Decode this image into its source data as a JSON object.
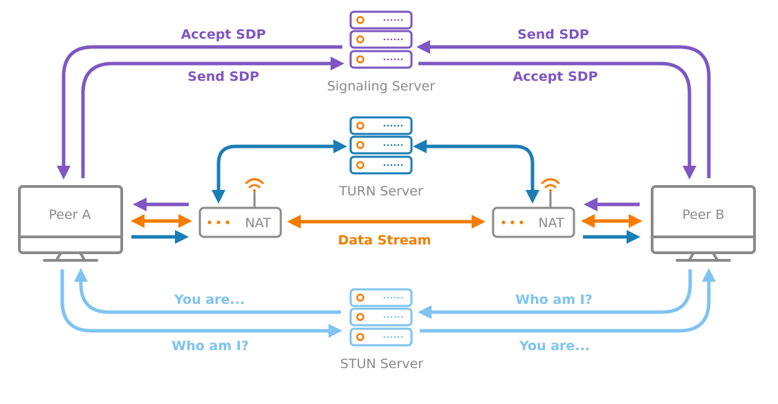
{
  "colors": {
    "signaling": "#7E57C2",
    "turn": "#1A7EB5",
    "stun": "#7FC3F1",
    "data": "#F57C00",
    "device": "#8A8A8A",
    "wifi": "#F57C00"
  },
  "icons": {
    "server": "server-rack-icon",
    "monitor": "monitor-icon",
    "router": "router-icon",
    "wifi": "wifi-icon"
  },
  "servers": {
    "signaling": "Signaling Server",
    "turn": "TURN Server",
    "stun": "STUN Server"
  },
  "peers": {
    "a": "Peer A",
    "b": "Peer B"
  },
  "nat": {
    "label": "NAT",
    "dots": "•••"
  },
  "labels": {
    "accept_sdp_left": "Accept SDP",
    "send_sdp_left": "Send SDP",
    "send_sdp_right": "Send SDP",
    "accept_sdp_right": "Accept SDP",
    "data_stream": "Data Stream",
    "you_are_left": "You are...",
    "who_am_i_left": "Who am I?",
    "who_am_i_right": "Who am I?",
    "you_are_right": "You are..."
  }
}
